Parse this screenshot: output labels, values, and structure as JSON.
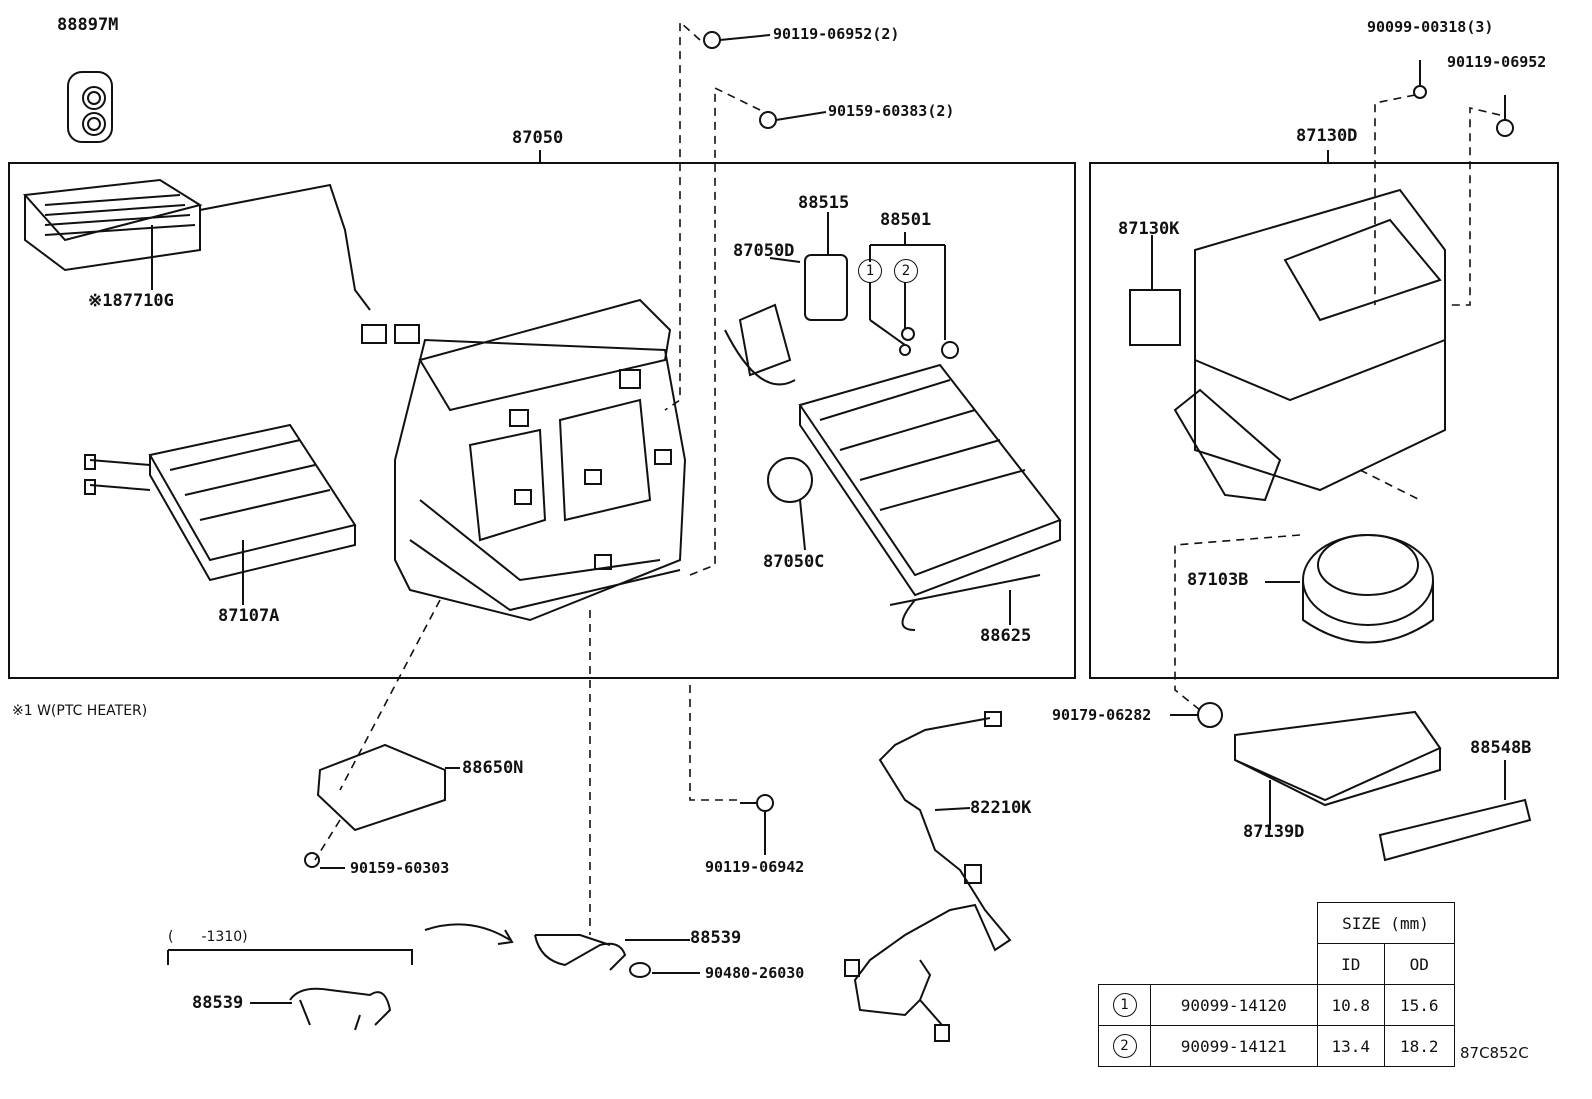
{
  "labels": {
    "p88897M": "88897M",
    "p87050": "87050",
    "p87710G": "※187710G",
    "p87107A": "87107A",
    "p90119_06952_2": "90119-06952(2)",
    "p90159_60383_2": "90159-60383(2)",
    "p88515": "88515",
    "p88501": "88501",
    "p87050D": "87050D",
    "p87050C": "87050C",
    "p88625": "88625",
    "p90099_00318_3": "90099-00318(3)",
    "p90119_06952": "90119-06952",
    "p87130D": "87130D",
    "p87130K": "87130K",
    "p87103B": "87103B",
    "p90179_06282": "90179-06282",
    "p88548B": "88548B",
    "p87139D": "87139D",
    "p88650N": "88650N",
    "p90159_60303": "90159-60303",
    "p90119_06942": "90119-06942",
    "p82210K": "82210K",
    "p88539_a": "88539",
    "p88539_b": "88539",
    "p90480_26030": "90480-26030",
    "circle1": "1",
    "circle2": "2"
  },
  "notes": {
    "ptc": "※1 W(PTC HEATER)",
    "range": "(　　-1310)",
    "diagram_code": "87C852C"
  },
  "size_table": {
    "header": "SIZE (mm)",
    "col_id": "ID",
    "col_od": "OD",
    "rows": [
      {
        "mark": "1",
        "part": "90099-14120",
        "id": "10.8",
        "od": "15.6"
      },
      {
        "mark": "2",
        "part": "90099-14121",
        "id": "13.4",
        "od": "18.2"
      }
    ]
  }
}
